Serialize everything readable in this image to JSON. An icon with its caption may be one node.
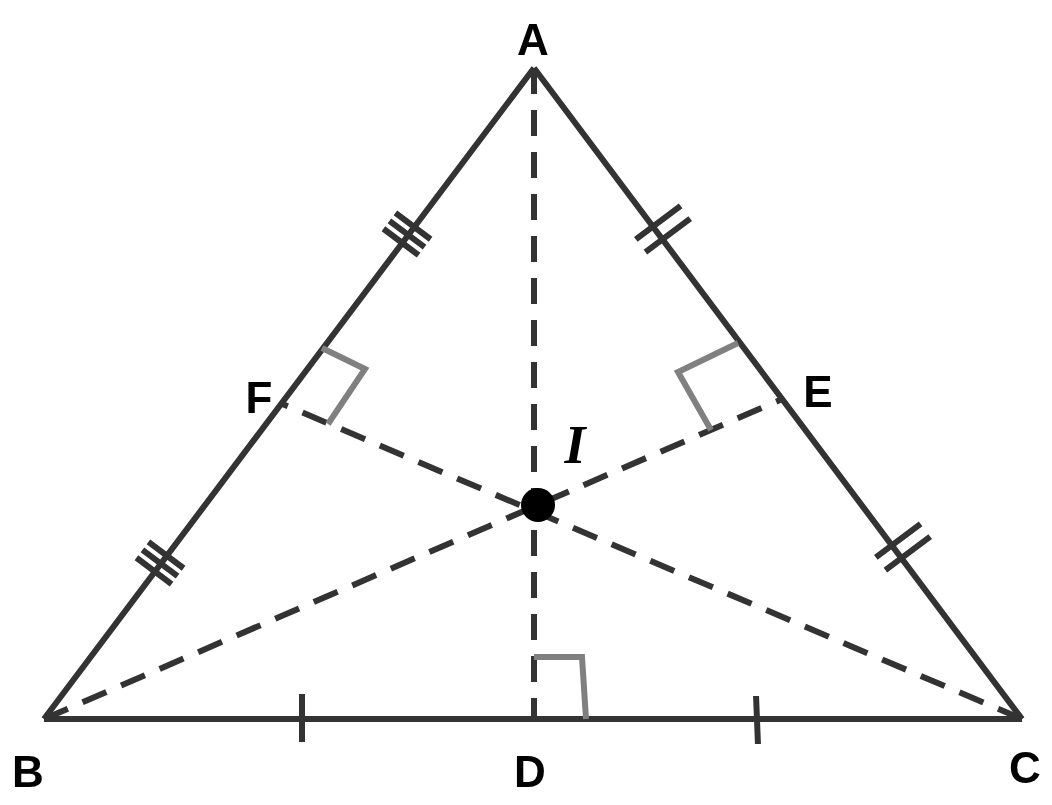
{
  "diagram": {
    "labels": [
      "A",
      "F",
      "E",
      "I",
      "B",
      "D",
      "C"
    ]
  }
}
